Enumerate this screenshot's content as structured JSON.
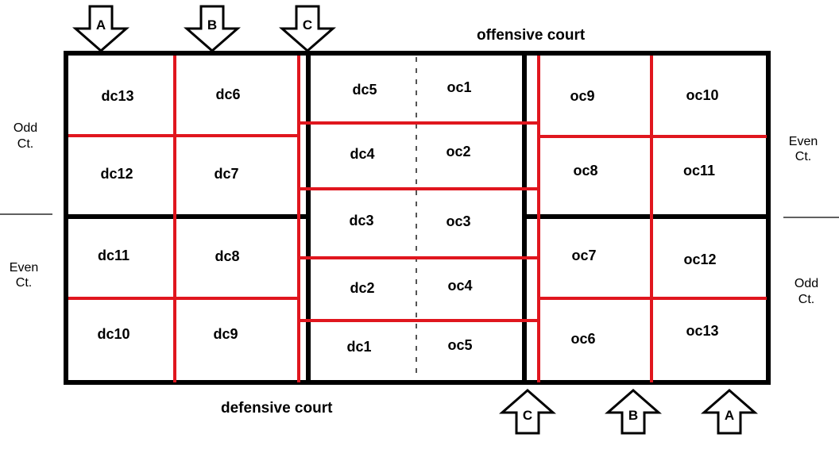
{
  "titles": {
    "offensive": "offensive court",
    "defensive": "defensive court"
  },
  "sides": {
    "left_top": [
      "Odd",
      "Ct."
    ],
    "left_bottom": [
      "Even",
      "Ct."
    ],
    "right_top": [
      "Even",
      "Ct."
    ],
    "right_bottom": [
      "Odd",
      "Ct."
    ]
  },
  "arrows": {
    "top": [
      "A",
      "B",
      "C"
    ],
    "bottom": [
      "C",
      "B",
      "A"
    ]
  },
  "cells": {
    "dc13": "dc13",
    "dc6": "dc6",
    "dc12": "dc12",
    "dc7": "dc7",
    "dc11": "dc11",
    "dc8": "dc8",
    "dc10": "dc10",
    "dc9": "dc9",
    "dc5": "dc5",
    "dc4": "dc4",
    "dc3": "dc3",
    "dc2": "dc2",
    "dc1": "dc1",
    "oc1": "oc1",
    "oc2": "oc2",
    "oc3": "oc3",
    "oc4": "oc4",
    "oc5": "oc5",
    "oc9": "oc9",
    "oc10": "oc10",
    "oc8": "oc8",
    "oc11": "oc11",
    "oc7": "oc7",
    "oc12": "oc12",
    "oc6": "oc6",
    "oc13": "oc13"
  },
  "colors": {
    "zone_lines": "#e0161e",
    "court_lines": "#000000"
  }
}
